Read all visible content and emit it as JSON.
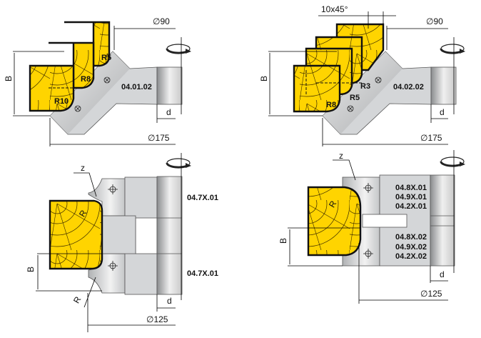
{
  "diagrams": [
    {
      "code": "04.01.02",
      "radii": [
        "R5",
        "R8",
        "R10"
      ],
      "dim_small": "∅90",
      "dim_large": "∅175",
      "dim_b": "B",
      "dim_d": "d"
    },
    {
      "code": "04.02.02",
      "radii": [
        "R3",
        "R5",
        "R8"
      ],
      "chamfer": "10x45°",
      "dim_small": "∅90",
      "dim_large": "∅175",
      "dim_b": "B",
      "dim_d": "d"
    },
    {
      "codes": [
        "04.7X.01",
        "04.7X.01"
      ],
      "z": "z",
      "radius": "R",
      "dim_large": "∅125",
      "dim_b": "B",
      "dim_d": "d"
    },
    {
      "codes_top": [
        "04.8X.01",
        "04.9X.01",
        "04.2X.01"
      ],
      "codes_bottom": [
        "04.8X.02",
        "04.9X.02",
        "04.2X.02"
      ],
      "z": "z",
      "radius": "R",
      "dim_large": "∅125",
      "dim_b": "B",
      "dim_d": "d"
    }
  ],
  "colors": {
    "wood": "#ffd400",
    "steel": "#d4d6d8",
    "outline": "#111111"
  }
}
